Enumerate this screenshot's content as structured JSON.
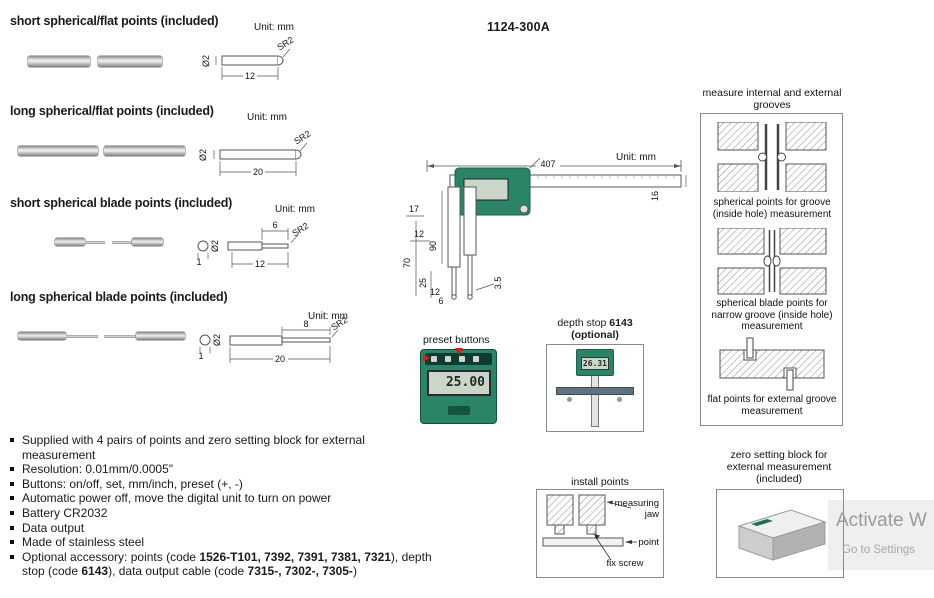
{
  "header": {
    "model": "1124-300A"
  },
  "point_sections": [
    {
      "title": "short spherical/flat points (included)",
      "unit": "Unit: mm",
      "dia": "Ø2",
      "length": "12",
      "radius": "SR2"
    },
    {
      "title": "long spherical/flat points (included)",
      "unit": "Unit: mm",
      "dia": "Ø2",
      "length": "20",
      "radius": "SR2"
    },
    {
      "title": "short spherical blade points (included)",
      "unit": "Unit: mm",
      "dia": "Ø2",
      "length": "12",
      "radius": "SR2",
      "blade_length": "6",
      "blade_width": "1"
    },
    {
      "title": "long spherical blade points (included)",
      "unit": "Unit: mm",
      "dia": "Ø2",
      "length": "20",
      "radius": "SR2",
      "blade_length": "8",
      "blade_width": "1"
    }
  ],
  "caliper": {
    "unit": "Unit: mm",
    "dims": {
      "total": "407",
      "jaw_top": "17",
      "jaw_top2": "12",
      "jaw_len": "90",
      "jaw_len2": "70",
      "point_len": "25",
      "point_w": "12",
      "point_tip": "6",
      "tip": "3.5",
      "beam_h": "16"
    }
  },
  "preset": {
    "label": "preset buttons",
    "display": "25.00"
  },
  "depth_stop": {
    "name": "depth stop ",
    "code": "6143",
    "note": "(optional)",
    "display": "26.31"
  },
  "grooves": {
    "title": "measure internal and external grooves",
    "captions": [
      "spherical points for groove (inside hole) measurement",
      "spherical blade points for narrow groove (inside hole) measurement",
      "flat points for external groove measurement"
    ]
  },
  "install": {
    "title": "install points",
    "jaw_l1": "measuring",
    "jaw_l2": "jaw",
    "point": "point",
    "screw": "fix screw"
  },
  "zero_block": {
    "title": "zero setting block for external measurement (included)"
  },
  "features": [
    "Supplied with 4 pairs of points and zero setting block for external measurement",
    "Resolution: 0.01mm/0.0005\"",
    "Buttons: on/off, set, mm/inch, preset (+, -)",
    "Automatic power off, move the digital unit to turn on power",
    "Battery CR2032",
    "Data output",
    "Made of stainless steel"
  ],
  "optional_feature": {
    "p1": "Optional accessory: points (code ",
    "codes1": "1526-T101, 7392, 7391, 7381, 7321",
    "p2": "), depth stop (code ",
    "code2": "6143",
    "p3": "), data output cable (code ",
    "codes3": "7315-, 7302-, 7305-",
    "p4": ")"
  },
  "watermark": {
    "l1": "Activate W",
    "l2": "Go to Settings"
  }
}
